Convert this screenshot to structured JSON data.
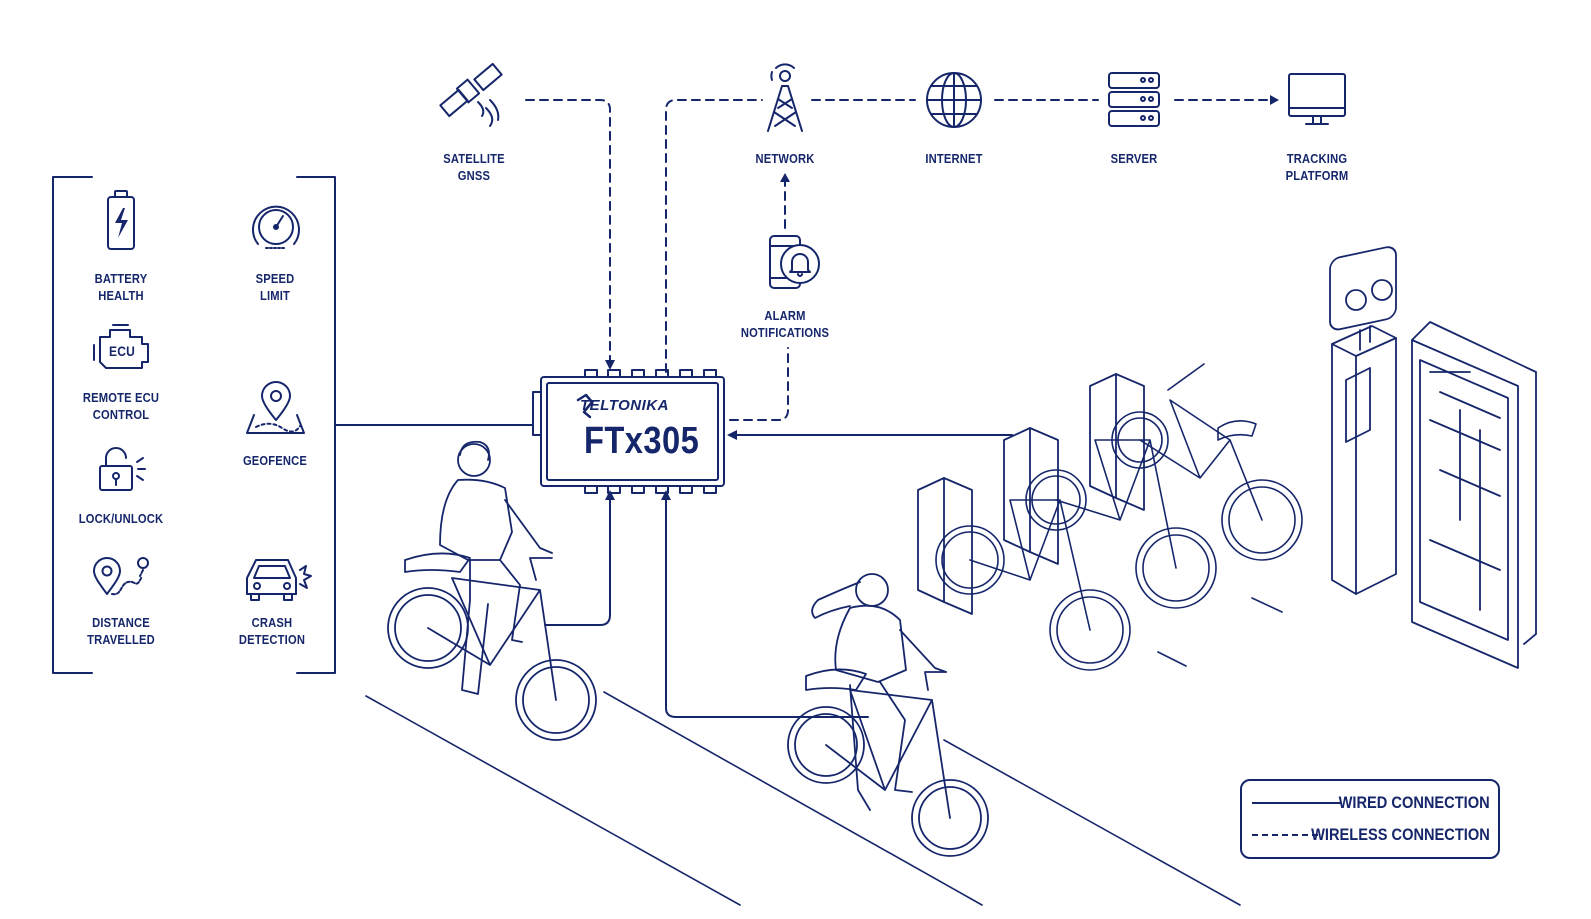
{
  "diagram": {
    "colors": {
      "ink": "#16266b",
      "background": "#ffffff"
    },
    "top_chain": {
      "satellite": {
        "label_line1": "SATELLITE",
        "label_line2": "GNSS",
        "icon": "satellite-icon"
      },
      "network": {
        "label": "NETWORK",
        "icon": "cell-tower-icon"
      },
      "internet": {
        "label": "INTERNET",
        "icon": "globe-icon"
      },
      "server": {
        "label": "SERVER",
        "icon": "server-icon"
      },
      "tracking": {
        "label_line1": "TRACKING",
        "label_line2": "PLATFORM",
        "icon": "monitor-icon"
      }
    },
    "alarm": {
      "label_line1": "ALARM",
      "label_line2": "NOTIFICATIONS",
      "icon": "phone-bell-icon"
    },
    "device": {
      "brand": "TELTONIKA",
      "model": "FTx305"
    },
    "features": [
      {
        "line1": "BATTERY",
        "line2": "HEALTH",
        "icon": "battery-icon"
      },
      {
        "line1": "SPEED",
        "line2": "LIMIT",
        "icon": "speedometer-icon"
      },
      {
        "line1": "REMOTE ECU",
        "line2": "CONTROL",
        "icon": "ecu-engine-icon"
      },
      {
        "line1": "GEOFENCE",
        "line2": "",
        "icon": "map-pin-icon"
      },
      {
        "line1": "LOCK/UNLOCK",
        "line2": "",
        "icon": "padlock-icon"
      },
      {
        "line1": "DISTANCE",
        "line2": "TRAVELLED",
        "icon": "route-icon"
      },
      {
        "line1": "CRASH",
        "line2": "DETECTION",
        "icon": "car-crash-icon"
      }
    ],
    "legend": {
      "wired": "WIRED CONNECTION",
      "wireless": "WIRELESS CONNECTION"
    }
  }
}
